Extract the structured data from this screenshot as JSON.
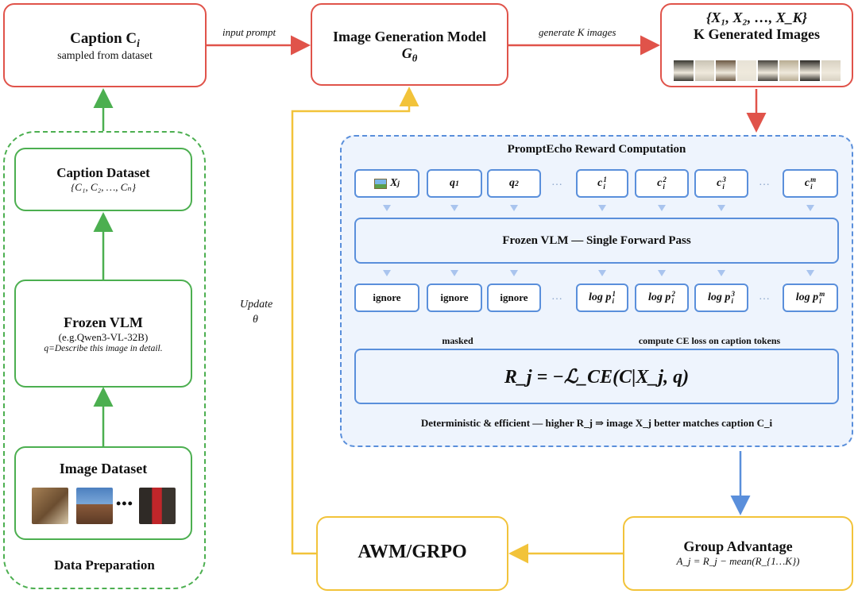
{
  "caption_box": {
    "title": "Caption C",
    "title_sub": "i",
    "subtitle": "sampled from dataset"
  },
  "gen_model": {
    "title": "Image Generation Model",
    "symbol": "G",
    "symbol_sub": "θ"
  },
  "gen_images": {
    "set": "{X₁, X₂, …, X_K}",
    "title": "K Generated Images",
    "strip_colors": [
      "#3b3a33",
      "#c9c3b4",
      "#6d5a45",
      "#e7e2d6",
      "#4a4740",
      "#b8ac92",
      "#2e2c28",
      "#d8d1c2"
    ]
  },
  "arrows": {
    "input_prompt": "input prompt",
    "generate_k": "generate K images",
    "update": "Update",
    "theta": "θ"
  },
  "data_prep": {
    "label": "Data Preparation",
    "caption_dataset": {
      "title": "Caption Dataset",
      "formula": "{C₁, C₂, …, Cₙ}"
    },
    "frozen_vlm": {
      "title": "Frozen VLM",
      "model": "(e.g.Qwen3-VL-32B)",
      "query": "q=Describe this image in detail."
    },
    "image_dataset": {
      "title": "Image Dataset",
      "ellipsis": "•••",
      "thumb_colors": [
        "#8a6a45",
        "#3f6fa8",
        "#b02a2a"
      ]
    }
  },
  "reward": {
    "title": "PromptEcho Reward Computation",
    "tokens": [
      {
        "main": "X",
        "sub": "j",
        "sup": ""
      },
      {
        "main": "q",
        "sub": "1",
        "sup": ""
      },
      {
        "main": "q",
        "sub": "2",
        "sup": ""
      },
      {
        "main": "c",
        "sub": "i",
        "sup": "1"
      },
      {
        "main": "c",
        "sub": "i",
        "sup": "2"
      },
      {
        "main": "c",
        "sub": "i",
        "sup": "3"
      },
      {
        "main": "c",
        "sub": "i",
        "sup": "m"
      }
    ],
    "vlm_bar": "Frozen VLM — Single Forward Pass",
    "ignore": [
      "ignore",
      "ignore",
      "ignore"
    ],
    "logp": [
      {
        "main": "log p",
        "sub": "i",
        "sup": "1"
      },
      {
        "main": "log p",
        "sub": "i",
        "sup": "2"
      },
      {
        "main": "log p",
        "sub": "i",
        "sup": "3"
      },
      {
        "main": "log p",
        "sub": "i",
        "sup": "m"
      }
    ],
    "dots": "…",
    "masked": "masked",
    "ce_label": "compute CE loss on caption tokens",
    "formula": "R_j = −ℒ_CE(C|X_j, q)",
    "footer": "Deterministic & efficient — higher R_j ⇒ image X_j better matches caption C_i"
  },
  "awm": {
    "title": "AWM/GRPO"
  },
  "group_adv": {
    "title": "Group Advantage",
    "formula": "A_j = R_j − mean(R_{1…K})"
  },
  "colors": {
    "red": "#e0534a",
    "green": "#4caf50",
    "yellow": "#f2c33a",
    "blue": "#5a8fdb",
    "panel": "#eef4fd"
  }
}
